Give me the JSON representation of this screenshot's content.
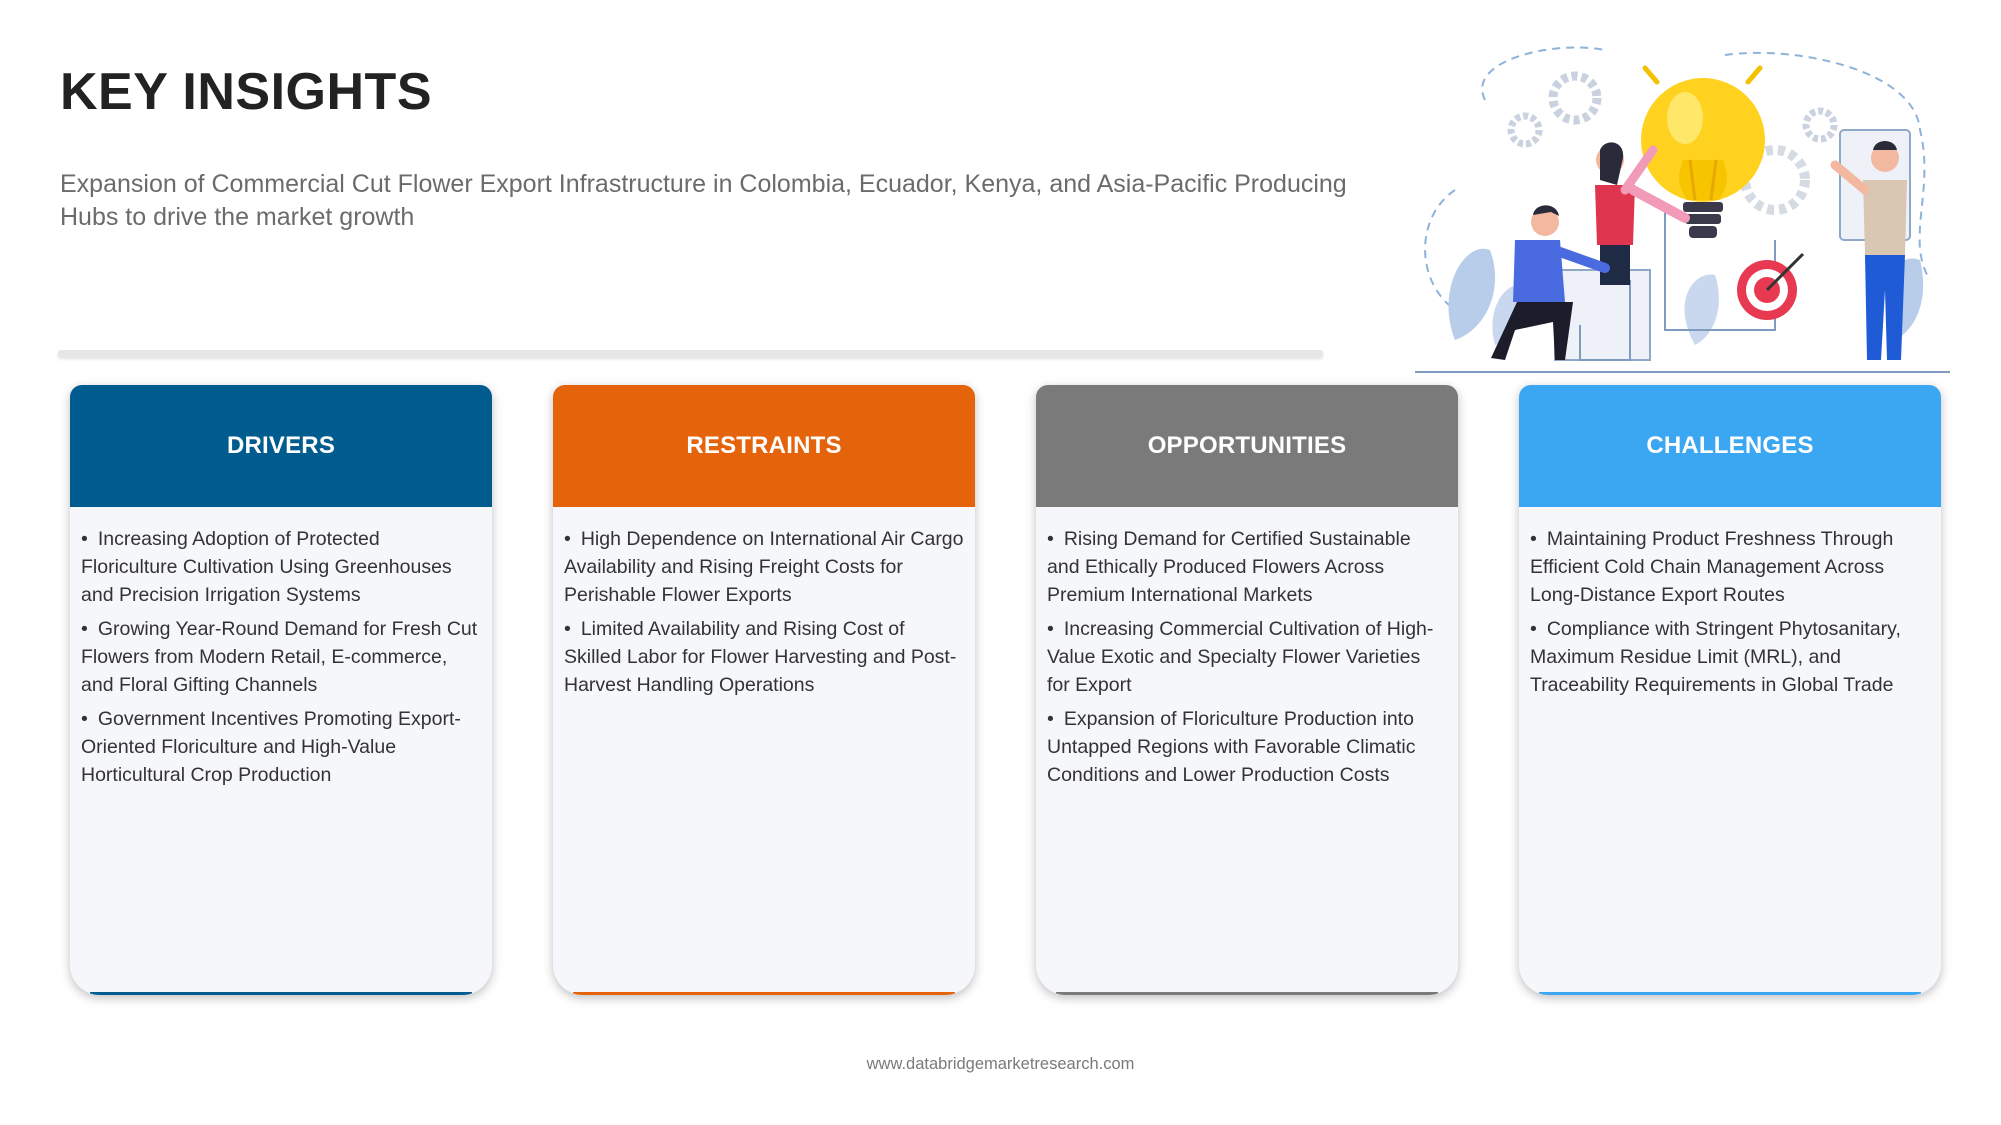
{
  "header": {
    "title": "KEY INSIGHTS",
    "subtitle": "Expansion of Commercial Cut Flower Export Infrastructure in Colombia, Ecuador, Kenya, and Asia-Pacific Producing Hubs to drive the market growth"
  },
  "illustration": {
    "icon": "lightbulb-teamwork-illustration"
  },
  "colors": {
    "drivers": "#005b8f",
    "restraints": "#e5630a",
    "opportunities": "#7a7a7a",
    "challenges": "#3ba6f2"
  },
  "cards": [
    {
      "title": "DRIVERS",
      "items": [
        "Increasing Adoption of Protected Floriculture Cultivation Using Greenhouses and Precision Irrigation Systems",
        "Growing Year-Round Demand for Fresh Cut Flowers from Modern Retail, E-commerce, and Floral Gifting Channels",
        "Government Incentives Promoting Export-Oriented Floriculture and High-Value Horticultural Crop Production"
      ]
    },
    {
      "title": "RESTRAINTS",
      "items": [
        "High Dependence on International Air Cargo Availability and Rising Freight Costs for Perishable Flower Exports",
        "Limited Availability and Rising Cost of Skilled Labor for Flower Harvesting and Post-Harvest Handling Operations"
      ]
    },
    {
      "title": "OPPORTUNITIES",
      "items": [
        "Rising Demand for Certified Sustainable and Ethically Produced Flowers Across Premium International Markets",
        "Increasing Commercial Cultivation of High-Value Exotic and Specialty Flower Varieties for Export",
        "Expansion of Floriculture Production into Untapped Regions with Favorable Climatic Conditions and Lower Production Costs"
      ]
    },
    {
      "title": "CHALLENGES",
      "items": [
        "Maintaining Product Freshness Through Efficient Cold Chain Management Across Long-Distance Export Routes",
        "Compliance with Stringent Phytosanitary, Maximum Residue Limit (MRL), and Traceability Requirements in Global Trade"
      ]
    }
  ],
  "footer": {
    "url": "www.databridgemarketresearch.com"
  }
}
